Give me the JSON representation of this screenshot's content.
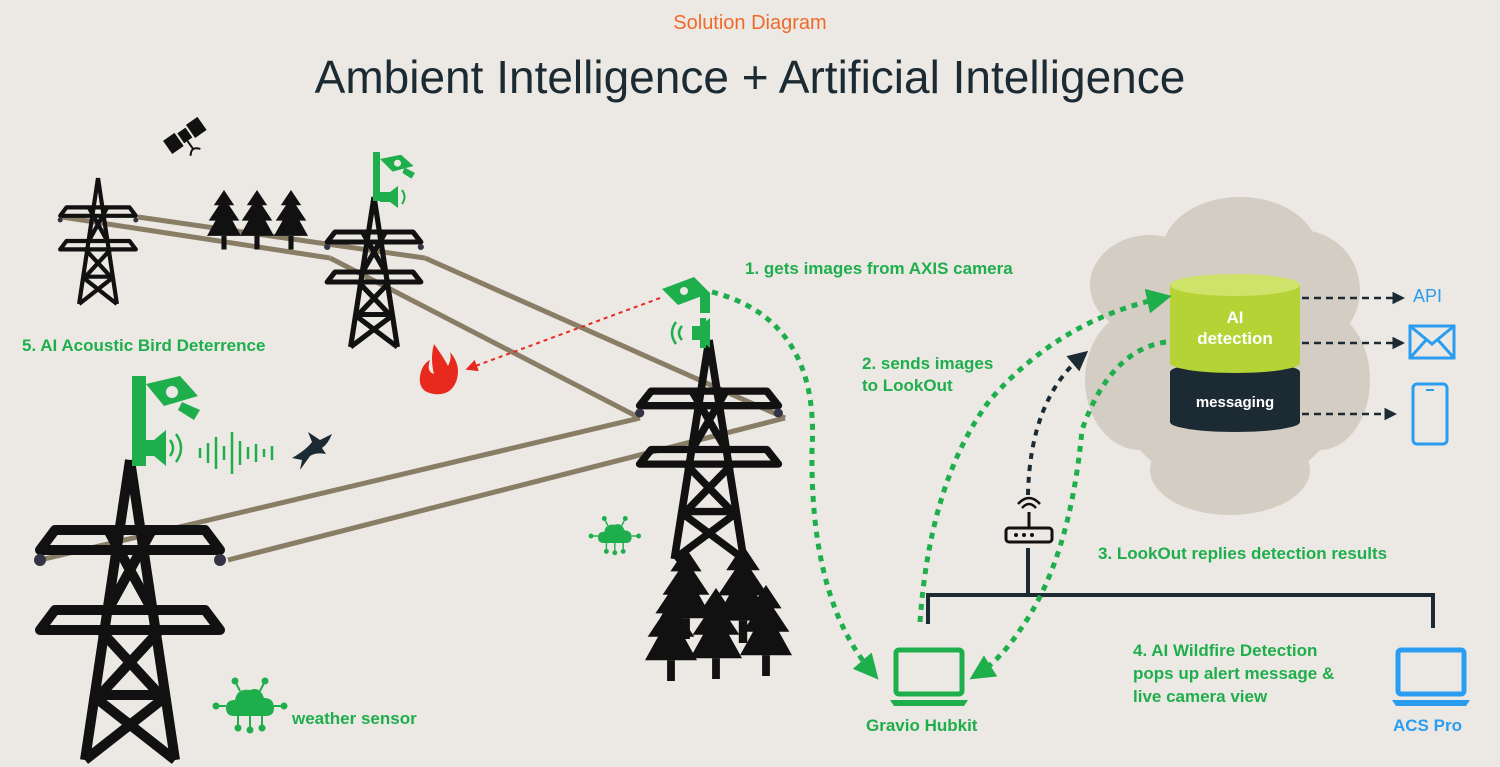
{
  "header": {
    "subtitle": "Solution Diagram",
    "title": "Ambient Intelligence + Artificial Intelligence"
  },
  "steps": {
    "step1": "1. gets images from AXIS camera",
    "step2_line1": "2. sends images",
    "step2_line2": "to LookOut",
    "step3": "3. LookOut replies detection results",
    "step4_line1": "4. AI Wildfire Detection",
    "step4_line2": "pops up alert message &",
    "step4_line3": "live camera view",
    "step5": "5. AI Acoustic Bird Deterrence"
  },
  "cloud": {
    "ai_line1": "AI",
    "ai_line2": "detection",
    "messaging": "messaging",
    "outputs": {
      "api": "API",
      "email_icon": "envelope-icon",
      "phone_icon": "smartphone-icon"
    }
  },
  "devices": {
    "hubkit": "Gravio Hubkit",
    "acs": "ACS Pro",
    "weather": "weather sensor"
  },
  "colors": {
    "background": "#ece9e4",
    "green": "#1fae4c",
    "orange": "#ef6a2a",
    "navy": "#1c2a33",
    "blue": "#2a9df0",
    "cable": "#8a7d66",
    "fire": "#e8291d",
    "cloud": "#d3cdc3",
    "lime": "#b5d334"
  }
}
